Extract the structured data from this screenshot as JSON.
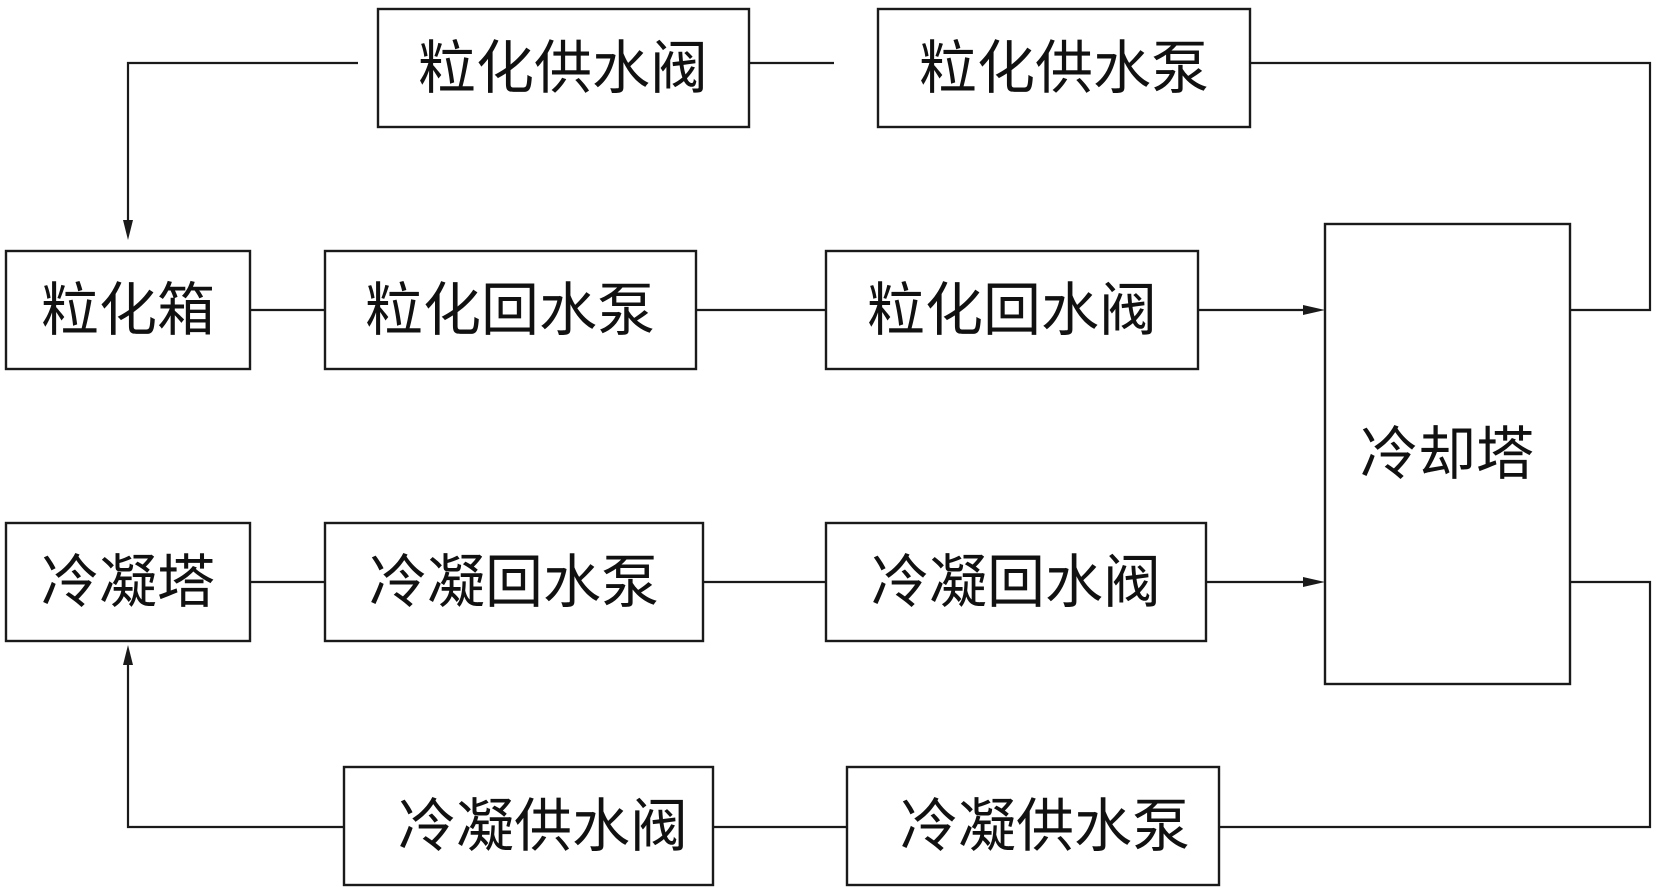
{
  "nodes": {
    "granulation_supply_valve": {
      "label": "粒化供水阀"
    },
    "granulation_supply_pump": {
      "label": "粒化供水泵"
    },
    "granulation_tank": {
      "label": "粒化箱"
    },
    "granulation_return_pump": {
      "label": "粒化回水泵"
    },
    "granulation_return_valve": {
      "label": "粒化回水阀"
    },
    "cooling_tower": {
      "label": "冷却塔"
    },
    "condensing_tower": {
      "label": "冷凝塔"
    },
    "condensing_return_pump": {
      "label": "冷凝回水泵"
    },
    "condensing_return_valve": {
      "label": "冷凝回水阀"
    },
    "condensing_supply_valve": {
      "label": "冷凝供水阀"
    },
    "condensing_supply_pump": {
      "label": "冷凝供水泵"
    }
  }
}
